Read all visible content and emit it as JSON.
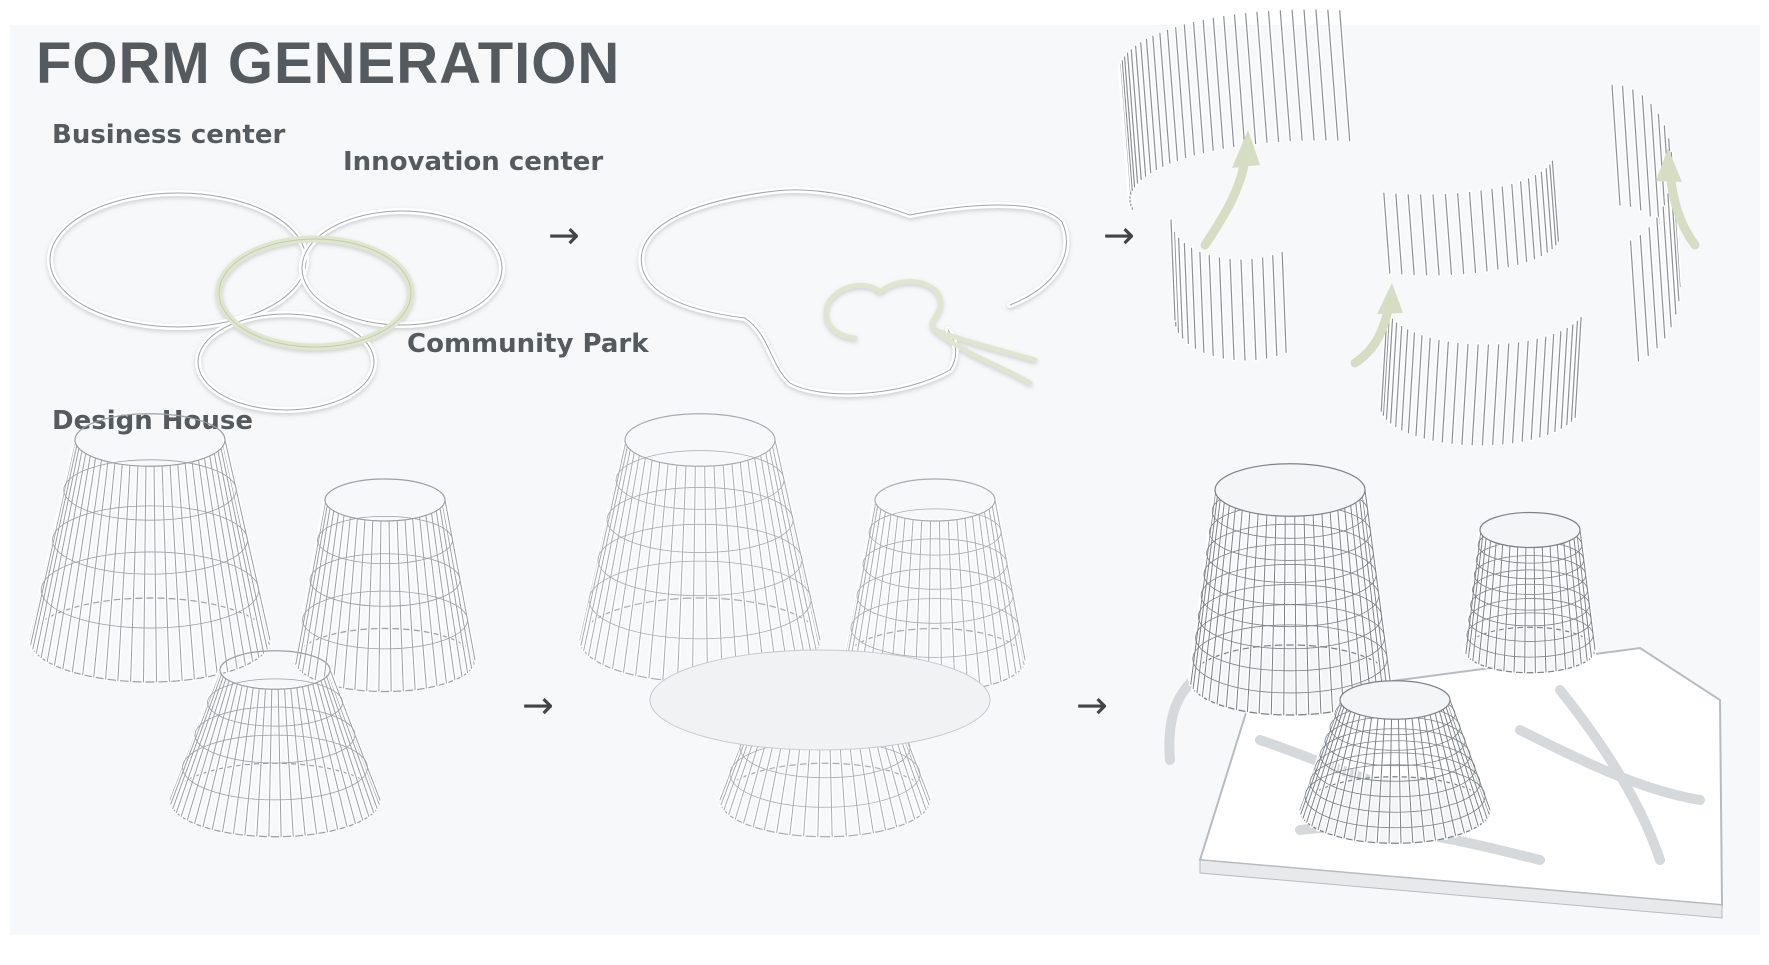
{
  "title": "FORM GENERATION",
  "labels": {
    "business": "Business center",
    "innovation": "Innovation center",
    "community": "Community Park",
    "design": "Design House"
  },
  "arrow_glyph": "→",
  "colors": {
    "background": "#f7f8f9",
    "title": "#545a5e",
    "ring": "#ffffff",
    "ring_edge": "#9a9fa3",
    "accent_green": "#dfe6cf",
    "accent_green_edge": "#c2cdaa",
    "fin": "#8b9196",
    "model_white": "#ffffff",
    "model_edge": "#b7bcc0"
  },
  "icons": [
    "rotate-up-arrow-icon"
  ]
}
